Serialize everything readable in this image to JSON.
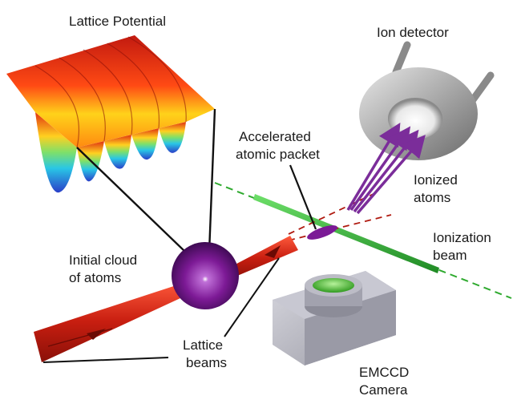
{
  "labels": {
    "lattice_potential": "Lattice Potential",
    "ion_detector": "Ion detector",
    "accelerated_line1": "Accelerated",
    "accelerated_line2": "atomic packet",
    "ionized_line1": "Ionized",
    "ionized_line2": "atoms",
    "ionization_line1": "Ionization",
    "ionization_line2": "beam",
    "initial_line1": "Initial cloud",
    "initial_line2": "of atoms",
    "lattice_beams_line1": "Lattice",
    "lattice_beams_line2": "beams",
    "emccd_line1": "EMCCD",
    "emccd_line2": "Camera"
  },
  "colors": {
    "lattice_beam": "#d42a16",
    "ionization_beam": "#2faa2f",
    "atom_cloud": "#7b1a90",
    "ion_arrows": "#7b2d9a",
    "detector_body": "#9a9a9a",
    "camera_body": "#b4b4bc",
    "camera_lens": "#5fc13d"
  },
  "icons": {
    "lattice_surface": "lattice-potential-surface",
    "detector": "ion-detector-icon",
    "camera": "emccd-camera-icon"
  }
}
